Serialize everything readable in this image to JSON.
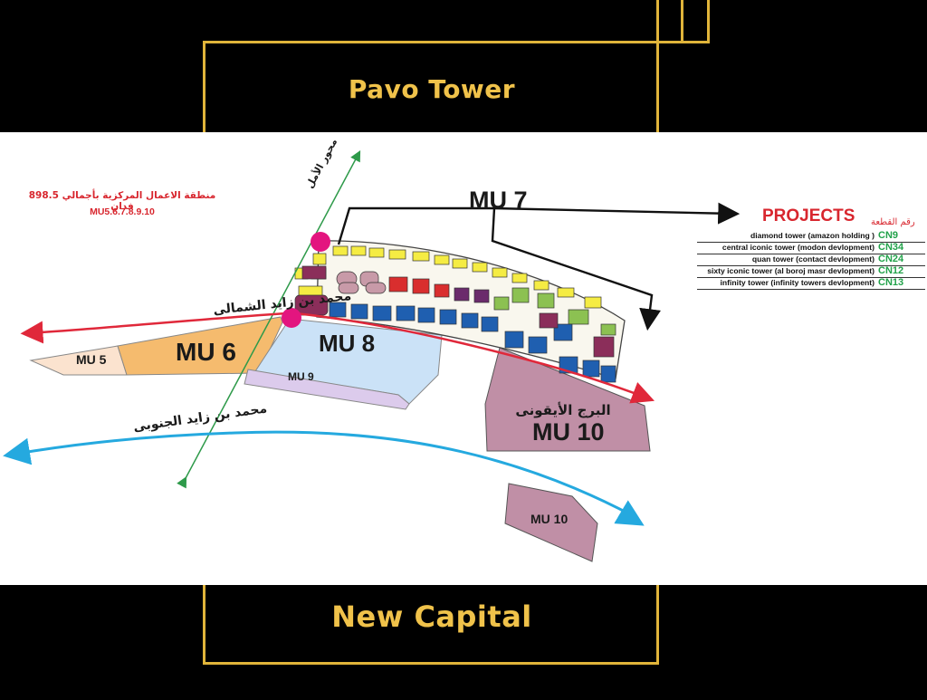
{
  "header": {
    "title": "Pavo Tower"
  },
  "footer": {
    "title": "New Capital"
  },
  "colors": {
    "frame_gold": "#e0b43a",
    "title_gold": "#f0c24a",
    "red_road": "#e0283a",
    "blue_road": "#25a9df",
    "green_axis": "#2e9a4a",
    "marker_pink": "#e3157f",
    "mu6_orange": "#f5bb6e",
    "mu5_peach": "#fbe3cf",
    "mu8_blue": "#cbe2f7",
    "mu9_lavender": "#dccbec",
    "mu10_mauve": "#c08fa6"
  },
  "map": {
    "note_arabic": "منطقة الاعمال المركزية بأجمالي 898.5 فدان",
    "note_mu": "MU5.6.7.8.9.10",
    "axis_label": "محور الأمل",
    "north_road_label": "محمد بن زايد الشمالى",
    "south_road_label": "محمد بن زايد الجنوبى",
    "zones": {
      "mu7": "MU 7",
      "mu6": "MU 6",
      "mu5": "MU 5",
      "mu8": "MU 8",
      "mu9": "MU 9",
      "mu10_big": "MU 10",
      "mu10_big_arabic": "البرج الأيقونى",
      "mu10_small": "MU 10"
    }
  },
  "projects": {
    "title": "PROJECTS",
    "plot_header": "رقم القطعة",
    "items": [
      {
        "name": "diamond tower (amazon holding )",
        "plot": "CN9"
      },
      {
        "name": "central iconic tower (modon devlopment)",
        "plot": "CN34"
      },
      {
        "name": "quan tower (contact devlopment)",
        "plot": "CN24"
      },
      {
        "name": "sixty iconic tower (al boroj masr devlopment)",
        "plot": "CN12"
      },
      {
        "name": "infinity tower (infinity towers devlopment)",
        "plot": "CN13"
      }
    ]
  }
}
